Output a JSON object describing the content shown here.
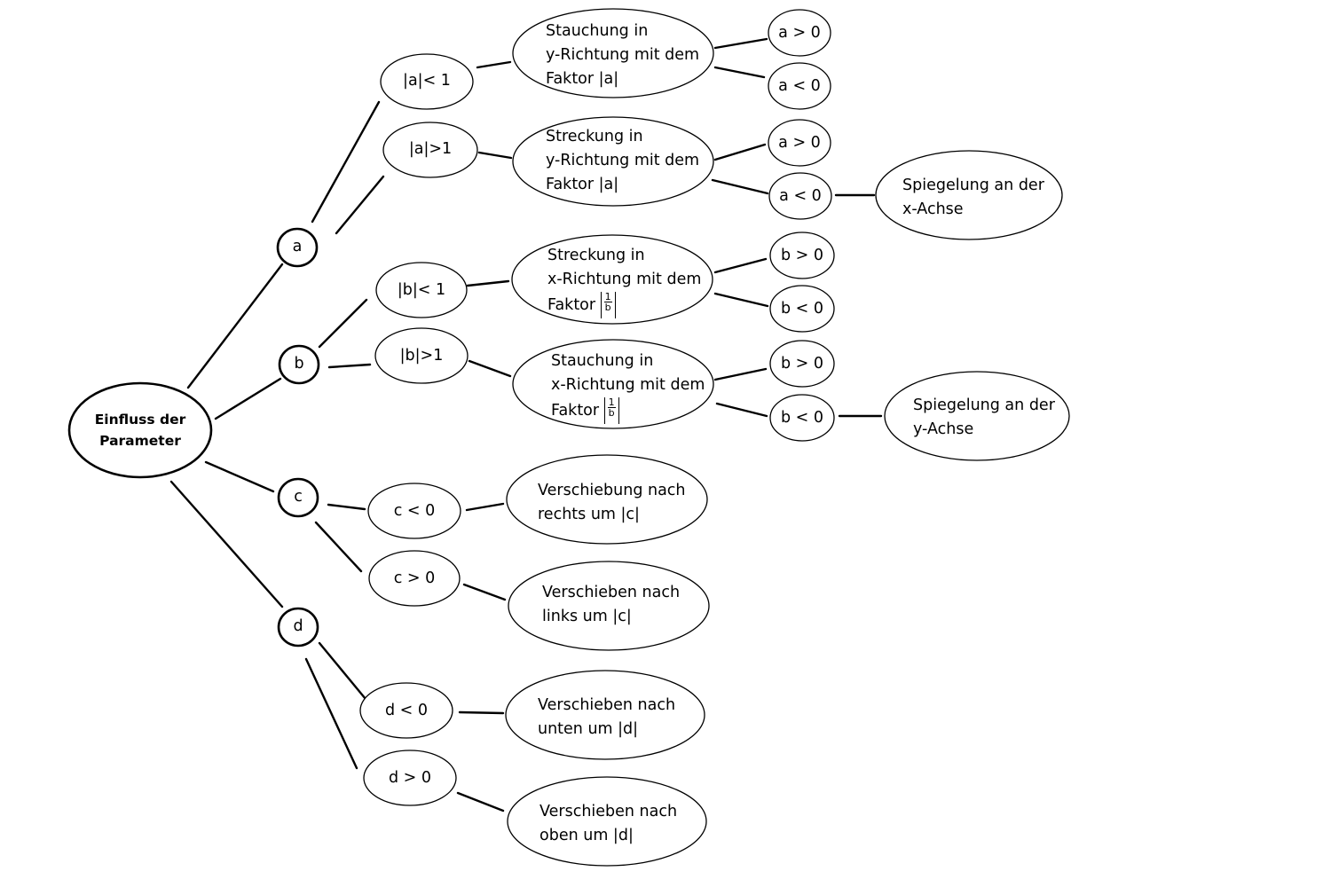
{
  "root": {
    "label": "Einfluss der Parameter",
    "lines": [
      "Einfluss der",
      "Parameter"
    ]
  },
  "params": {
    "a": "a",
    "b": "b",
    "c": "c",
    "d": "d"
  },
  "a_branch": {
    "cond_lt": "|a|< 1",
    "cond_gt": "|a|>1",
    "stauchung": [
      "Stauchung in",
      "y-Richtung mit dem",
      "Faktor |a|"
    ],
    "streckung": [
      "Streckung in",
      "y-Richtung mit dem",
      "Faktor |a|"
    ],
    "sign1_pos": "a > 0",
    "sign1_neg": "a < 0",
    "sign2_pos": "a > 0",
    "sign2_neg": "a < 0",
    "spiegelung": [
      "Spiegelung an der",
      "x-Achse"
    ]
  },
  "b_branch": {
    "cond_lt": "|b|< 1",
    "cond_gt": "|b|>1",
    "streckung": [
      "Streckung in",
      "x-Richtung mit dem",
      "Faktor"
    ],
    "stauchung": [
      "Stauchung in",
      "x-Richtung mit dem",
      "Faktor"
    ],
    "frac_num": "1",
    "frac_den": "b",
    "sign1_pos": "b > 0",
    "sign1_neg": "b < 0",
    "sign2_pos": "b > 0",
    "sign2_neg": "b < 0",
    "spiegelung": [
      "Spiegelung an der",
      "y-Achse"
    ]
  },
  "c_branch": {
    "cond_lt": "c < 0",
    "cond_gt": "c > 0",
    "lt_result": [
      "Verschiebung nach",
      "rechts um |c|"
    ],
    "gt_result": [
      "Verschieben nach",
      "links um |c|"
    ]
  },
  "d_branch": {
    "cond_lt": "d < 0",
    "cond_gt": "d > 0",
    "lt_result": [
      "Verschieben nach",
      "unten um |d|"
    ],
    "gt_result": [
      "Verschieben nach",
      "oben um |d|"
    ]
  }
}
